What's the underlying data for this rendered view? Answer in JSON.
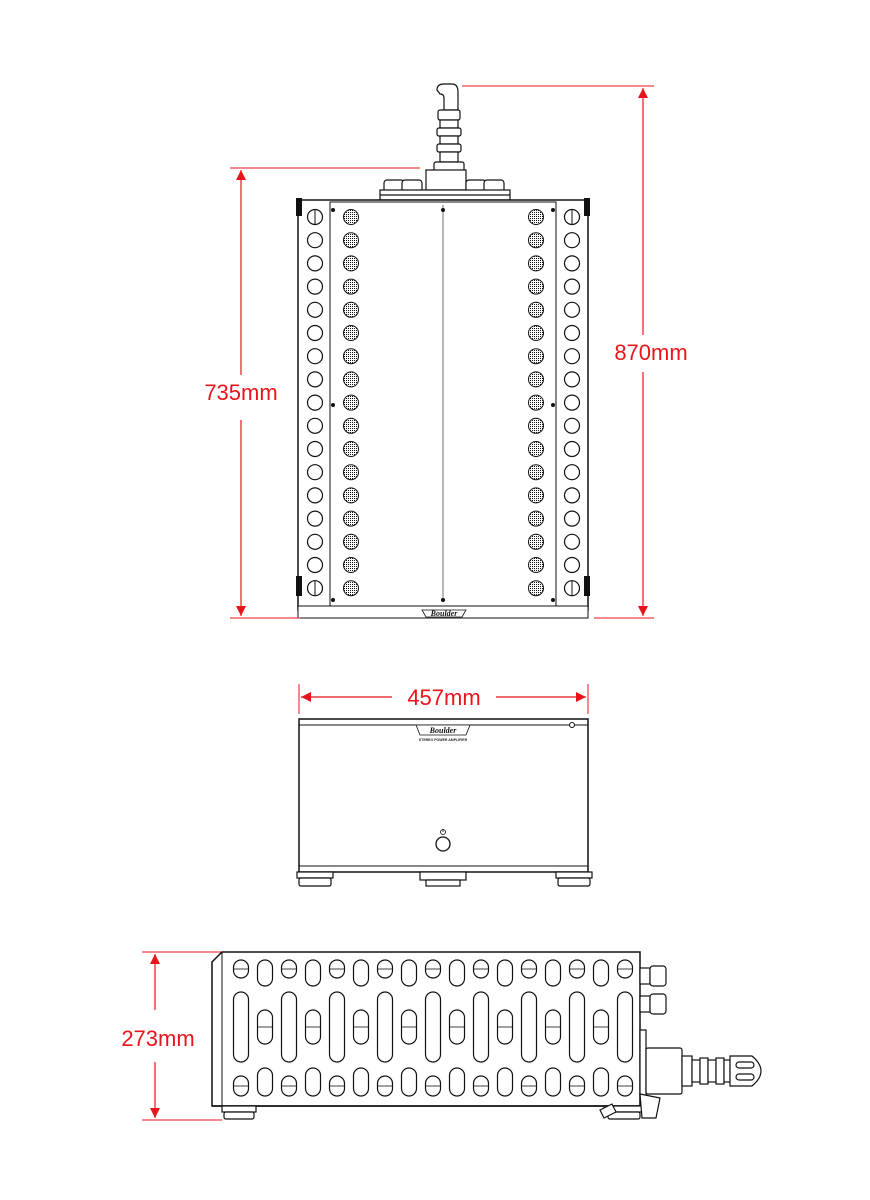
{
  "dimensions": {
    "top_view_depth": "735mm",
    "top_view_total_depth": "870mm",
    "front_view_width": "457mm",
    "side_view_height": "273mm"
  },
  "brand": {
    "name": "Boulder",
    "subtitle": "STEREO POWER AMPLIFIER"
  },
  "colors": {
    "dimension": "#e8141c",
    "line": "#111111",
    "background": "#ffffff"
  }
}
